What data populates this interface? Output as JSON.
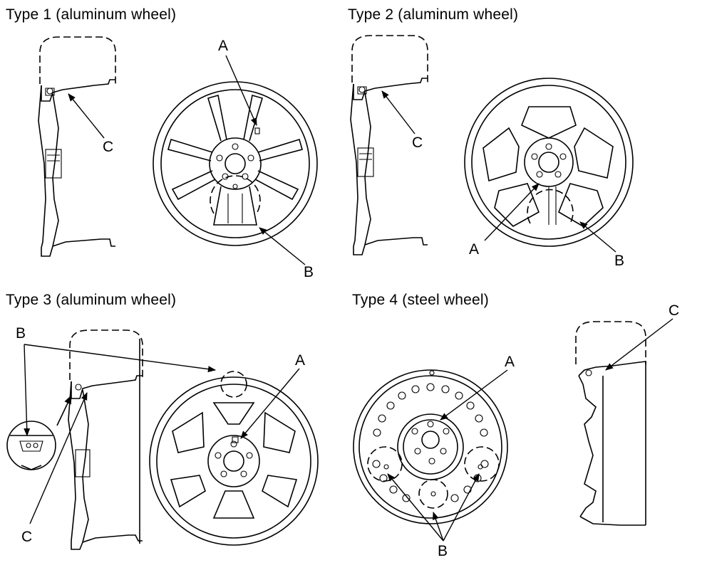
{
  "panels": [
    {
      "title": "Type 1 (aluminum wheel)",
      "callouts": [
        "A",
        "B",
        "C"
      ]
    },
    {
      "title": "Type 2 (aluminum wheel)",
      "callouts": [
        "A",
        "B",
        "C"
      ]
    },
    {
      "title": "Type 3 (aluminum wheel)",
      "callouts": [
        "A",
        "B",
        "C"
      ]
    },
    {
      "title": "Type 4 (steel wheel)",
      "callouts": [
        "A",
        "B",
        "C"
      ]
    }
  ],
  "callout_labels": {
    "a": "A",
    "b": "B",
    "c": "C"
  }
}
